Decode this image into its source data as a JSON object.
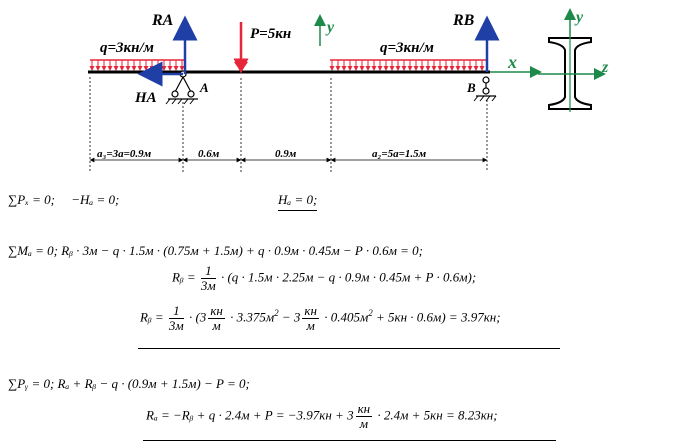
{
  "diagram": {
    "labels": {
      "ra": "RA",
      "rb": "RB",
      "ha": "HA",
      "p": "P=5кн",
      "q_left": "q=3кн/м",
      "q_right": "q=3кн/м",
      "point_a": "A",
      "point_b": "B",
      "axis_y_beam": "y",
      "axis_x": "x",
      "axis_y_section": "y",
      "axis_z": "z"
    },
    "dimensions": [
      "a₃=3a=0.9м",
      "0.6м",
      "0.9м",
      "a₂=5a=1.5м"
    ],
    "colors": {
      "load_red": "#e8263a",
      "force_blue": "#1f3fa6",
      "axis_green": "#1e8a4a"
    }
  },
  "equations": {
    "sum_px": {
      "lhs": "∑Pₓ = 0;",
      "rhs": "−Hₐ = 0;",
      "result": "Hₐ = 0;"
    },
    "sum_ma": "∑Mₐ = 0;    Rᵦ · 3м − q · 1.5м · (0.75м + 1.5м) + q · 0.9м · 0.45м − P · 0.6м = 0;",
    "rb_expr": "Rᵦ =",
    "rb_tail": "· (q · 1.5м · 2.25м − q · 0.9м · 0.45м + P · 0.6м);",
    "frac_1": "1",
    "frac_3m": "3м",
    "rb_num_lead": "Rᵦ =",
    "rb_num_a": "· (3",
    "kn": "кн",
    "m": "м",
    "rb_num_b": "· 3.375м",
    "rb_num_c": " − 3",
    "rb_num_d": "· 0.405м",
    "rb_num_e": " + 5кн · 0.6м) = 3.97кн;",
    "sq": "2",
    "sum_py": "∑Pᵧ = 0;     Rₐ + Rᵦ − q · (0.9м + 1.5м) − P = 0;",
    "ra_lead": "Rₐ = −Rᵦ + q · 2.4м + P = −3.97кн + 3",
    "ra_tail": "· 2.4м + 5кн = 8.23кн;"
  }
}
